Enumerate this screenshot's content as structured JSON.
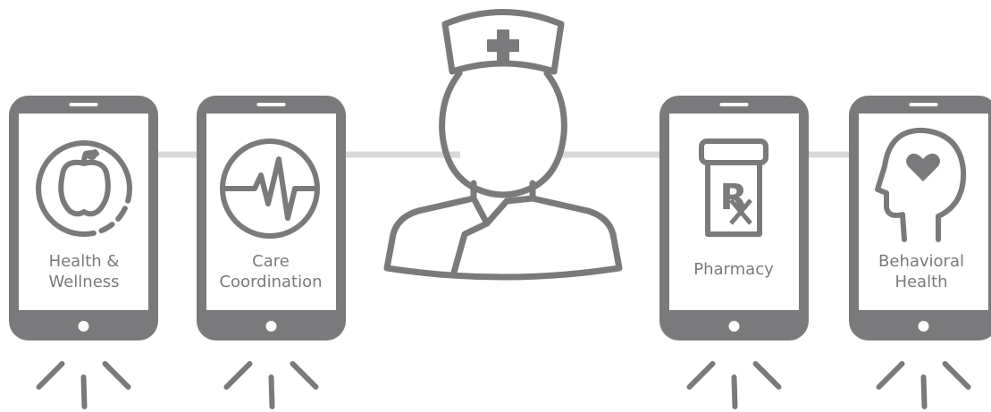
{
  "colors": {
    "device": "#7a7a7c",
    "screen": "#ffffff",
    "connector": "#d9d9d9",
    "background": "#ffffff"
  },
  "center": {
    "icon": "nurse-icon",
    "cap_icon": "medical-cross-icon"
  },
  "phones": [
    {
      "icon": "apple-icon",
      "label_line1": "Health &",
      "label_line2": "Wellness"
    },
    {
      "icon": "heartbeat-icon",
      "label_line1": "Care",
      "label_line2": "Coordination"
    },
    {
      "icon": "rx-bottle-icon",
      "label_line1": "Pharmacy",
      "label_line2": ""
    },
    {
      "icon": "head-heart-icon",
      "label_line1": "Behavioral",
      "label_line2": "Health"
    }
  ]
}
